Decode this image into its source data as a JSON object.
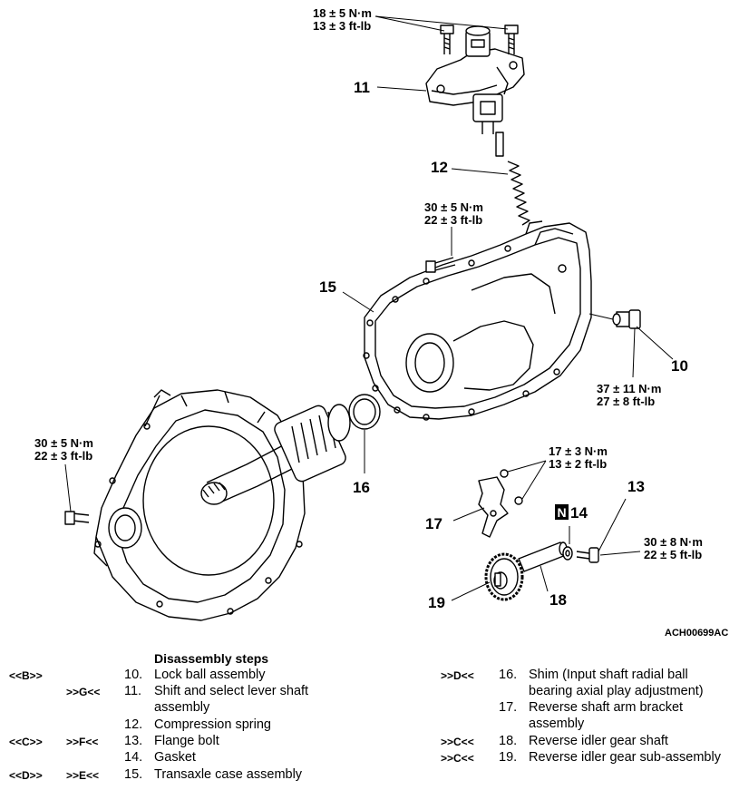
{
  "figure": {
    "id": "ACH00699AC",
    "callouts": [
      "10",
      "11",
      "12",
      "13",
      "14",
      "15",
      "16",
      "17",
      "18",
      "19"
    ],
    "n_symbol": "N",
    "torques": [
      [
        "18 ± 5 N·m",
        "13 ± 3 ft-lb"
      ],
      [
        "30 ± 5 N·m",
        "22 ± 3 ft-lb"
      ],
      [
        "37 ± 11 N·m",
        "27 ± 8 ft-lb"
      ],
      [
        "30 ± 5 N·m",
        "22 ± 3 ft-lb"
      ],
      [
        "17 ± 3 N·m",
        "13 ± 2 ft-lb"
      ],
      [
        "30 ± 8 N·m",
        "22 ± 5 ft-lb"
      ]
    ]
  },
  "steps": {
    "title": "Disassembly steps",
    "left": [
      {
        "mark1": "<<B>>",
        "mark2": "",
        "num": "10.",
        "lines": [
          "Lock ball assembly"
        ]
      },
      {
        "mark1": "",
        "mark2": ">>G<<",
        "num": "11.",
        "lines": [
          "Shift and select lever shaft",
          "assembly"
        ]
      },
      {
        "mark1": "",
        "mark2": "",
        "num": "12.",
        "lines": [
          "Compression spring"
        ]
      },
      {
        "mark1": "<<C>>",
        "mark2": ">>F<<",
        "num": "13.",
        "lines": [
          "Flange bolt"
        ]
      },
      {
        "mark1": "",
        "mark2": "",
        "num": "14.",
        "lines": [
          "Gasket"
        ]
      },
      {
        "mark1": "<<D>>",
        "mark2": ">>E<<",
        "num": "15.",
        "lines": [
          "Transaxle case assembly"
        ]
      }
    ],
    "right": [
      {
        "mark": ">>D<<",
        "num": "16.",
        "lines": [
          "Shim (Input shaft radial ball",
          "bearing axial play adjustment)"
        ]
      },
      {
        "mark": "",
        "num": "17.",
        "lines": [
          "Reverse shaft arm bracket",
          "assembly"
        ]
      },
      {
        "mark": ">>C<<",
        "num": "18.",
        "lines": [
          "Reverse idler gear shaft"
        ]
      },
      {
        "mark": ">>C<<",
        "num": "19.",
        "lines": [
          "Reverse idler gear sub-assembly"
        ]
      }
    ]
  }
}
